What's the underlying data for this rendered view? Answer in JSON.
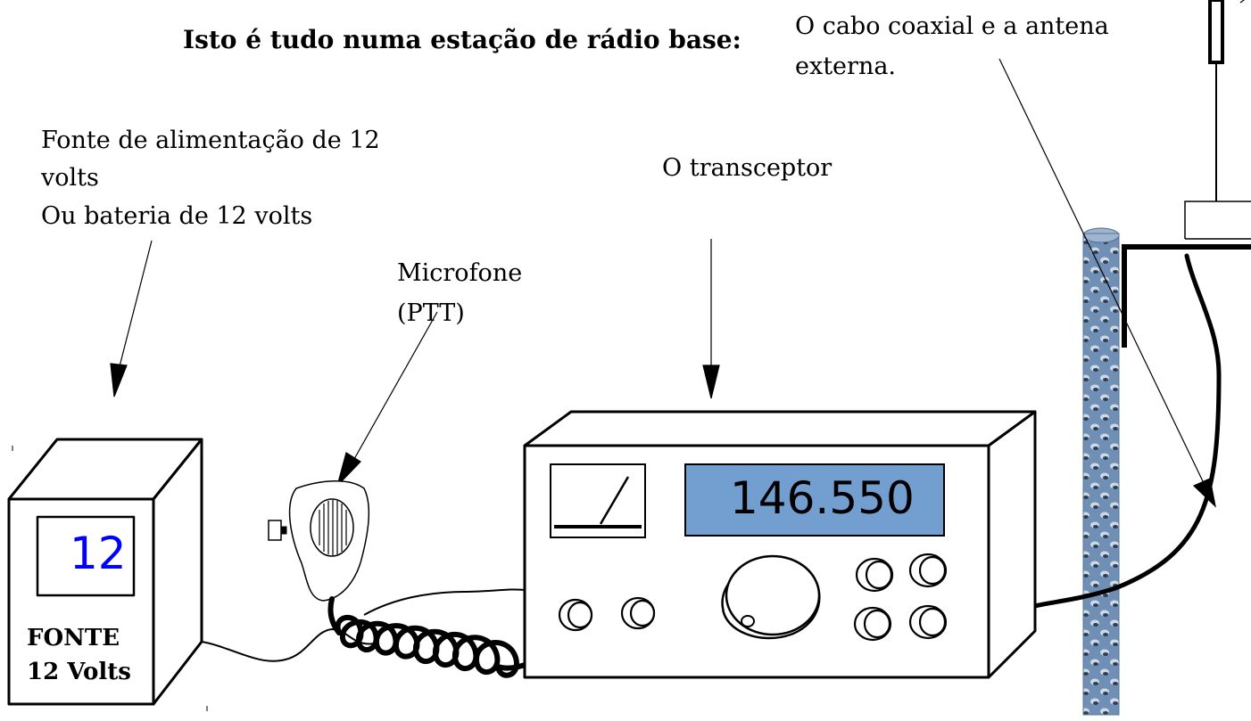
{
  "title": "Isto é tudo numa estação de rádio base:",
  "labels": {
    "antenna_line1": "O cabo coaxial e a antena",
    "antenna_line2": "externa.",
    "power_line1": "Fonte de alimentação de 12",
    "power_line2": "volts",
    "power_line3": "Ou bateria de 12 volts",
    "mic_line1": "Microfone",
    "mic_line2": "(PTT)",
    "transceiver": "O transceptor"
  },
  "power_supply": {
    "display": "12",
    "label_line1": "FONTE",
    "label_line2": "12 Volts"
  },
  "transceiver": {
    "frequency": "146.550"
  },
  "colors": {
    "frequency_display": "#729fcf",
    "power_display_digits": "#0000ff",
    "mast": "#6f8fb5",
    "line": "#000000"
  }
}
